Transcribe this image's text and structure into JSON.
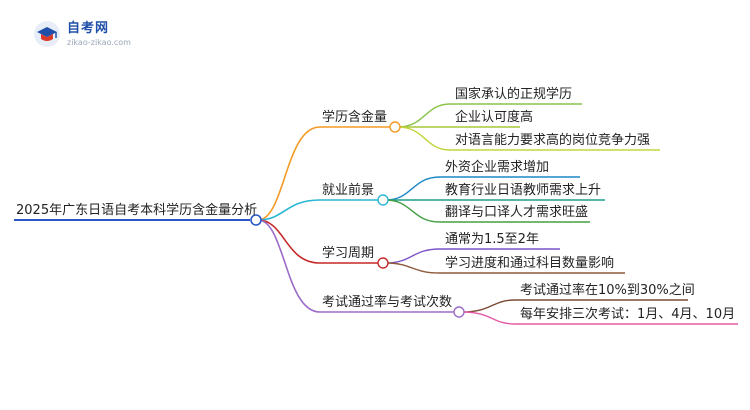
{
  "logo": {
    "title": "自考网",
    "url": "zikao-zikao.com"
  },
  "mindmap": {
    "root": "2025年广东日语自考本科学历含金量分析",
    "branches": [
      {
        "label": "学历含金量",
        "color": "#f39a25",
        "leaves": [
          {
            "label": "国家承认的正规学历",
            "color": "#8bc34a"
          },
          {
            "label": "企业认可度高",
            "color": "#a7c93a"
          },
          {
            "label": "对语言能力要求高的岗位竞争力强",
            "color": "#c3d53c"
          }
        ]
      },
      {
        "label": "就业前景",
        "color": "#29b6d4",
        "leaves": [
          {
            "label": "外资企业需求增加",
            "color": "#1e88c7"
          },
          {
            "label": "教育行业日语教师需求上升",
            "color": "#1f9e8a"
          },
          {
            "label": "翻译与口译人才需求旺盛",
            "color": "#43a047"
          }
        ]
      },
      {
        "label": "学习周期",
        "color": "#c62828",
        "leaves": [
          {
            "label": "通常为1.5至2年",
            "color": "#7b52c9"
          },
          {
            "label": "学习进度和通过科目数量影响",
            "color": "#8d5a3c"
          }
        ]
      },
      {
        "label": "考试通过率与考试次数",
        "color": "#9c6bc9",
        "leaves": [
          {
            "label": "考试通过率在10%到30%之间",
            "color": "#7a4a33"
          },
          {
            "label": "每年安排三次考试：1月、4月、10月",
            "color": "#e55aa6"
          }
        ]
      }
    ]
  }
}
